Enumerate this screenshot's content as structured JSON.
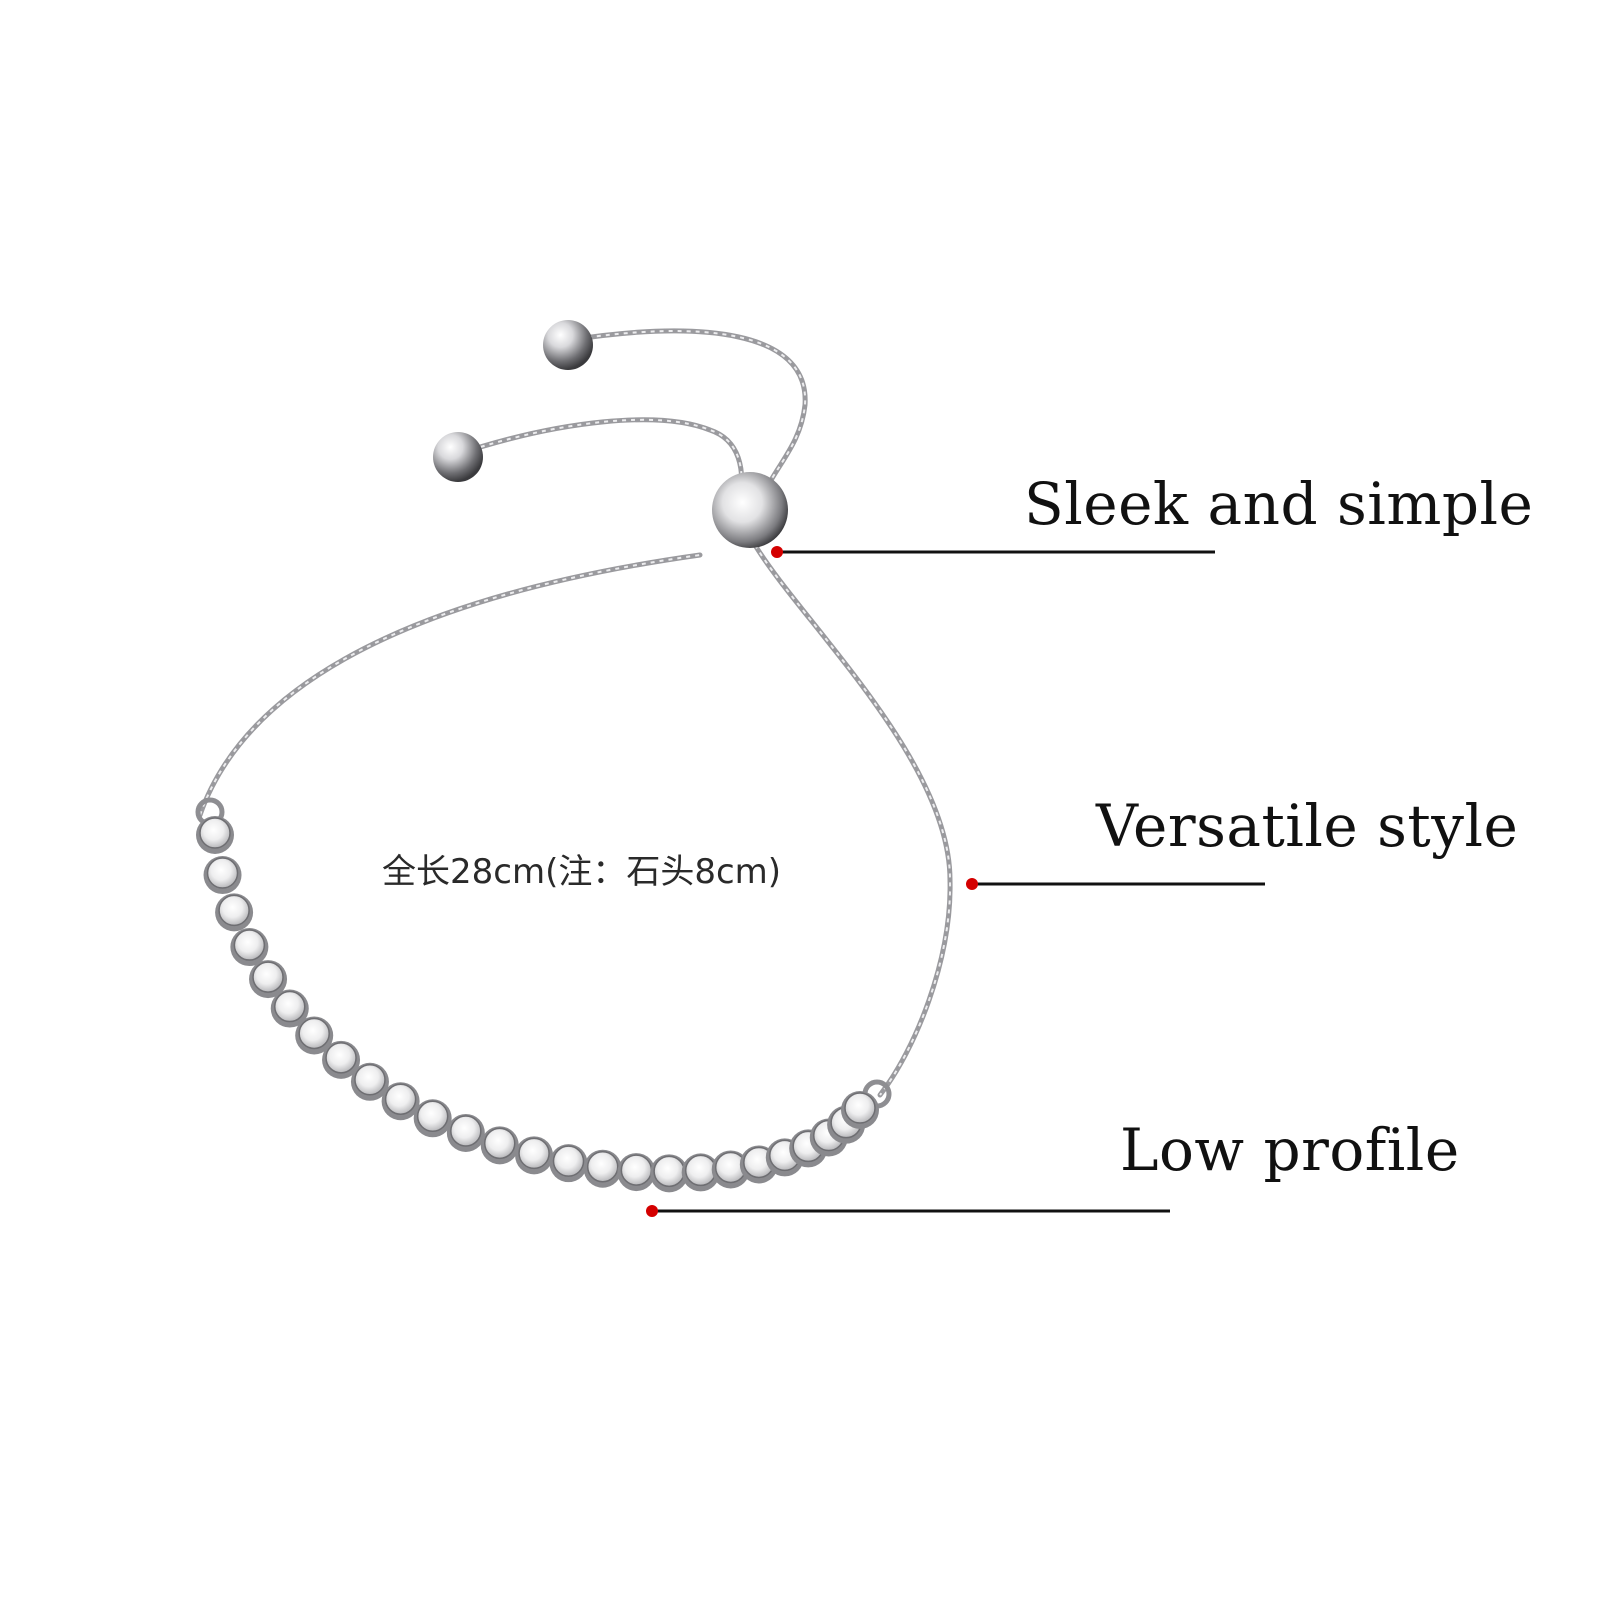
{
  "product": {
    "name": "adjustable-tennis-bracelet",
    "metal_color": "#c9c9cc",
    "accent_color": "#d40000"
  },
  "size_note": "全长28cm(注：石头8cm)",
  "callouts": [
    {
      "id": "sleek",
      "label": "Sleek and simple"
    },
    {
      "id": "versatile",
      "label": "Versatile style"
    },
    {
      "id": "profile",
      "label": "Low profile"
    }
  ]
}
